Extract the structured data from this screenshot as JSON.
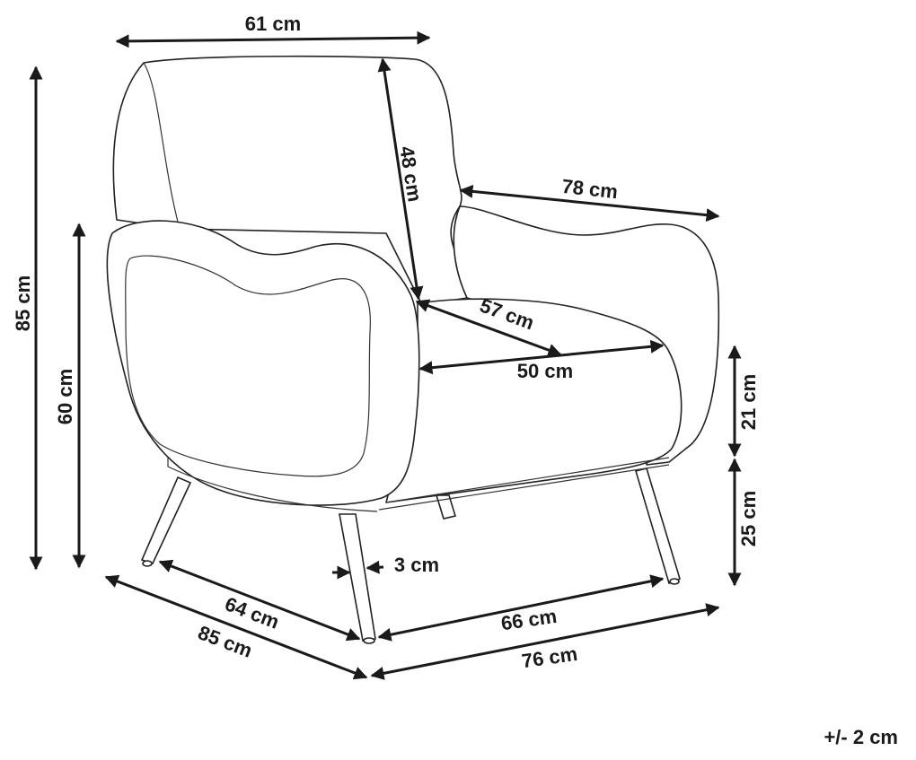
{
  "dimensions": {
    "back_width": "61 cm",
    "total_height": "85 cm",
    "armrest_height": "60 cm",
    "backrest_height": "48 cm",
    "total_width": "78 cm",
    "seat_depth": "57 cm",
    "seat_width": "50 cm",
    "seat_cushion_height": "21 cm",
    "leg_height": "25 cm",
    "leg_thickness": "3 cm",
    "leg_depth_span": "64 cm",
    "total_depth": "85 cm",
    "leg_width_span": "66 cm",
    "base_width": "76 cm"
  },
  "tolerance": "+/- 2 cm"
}
